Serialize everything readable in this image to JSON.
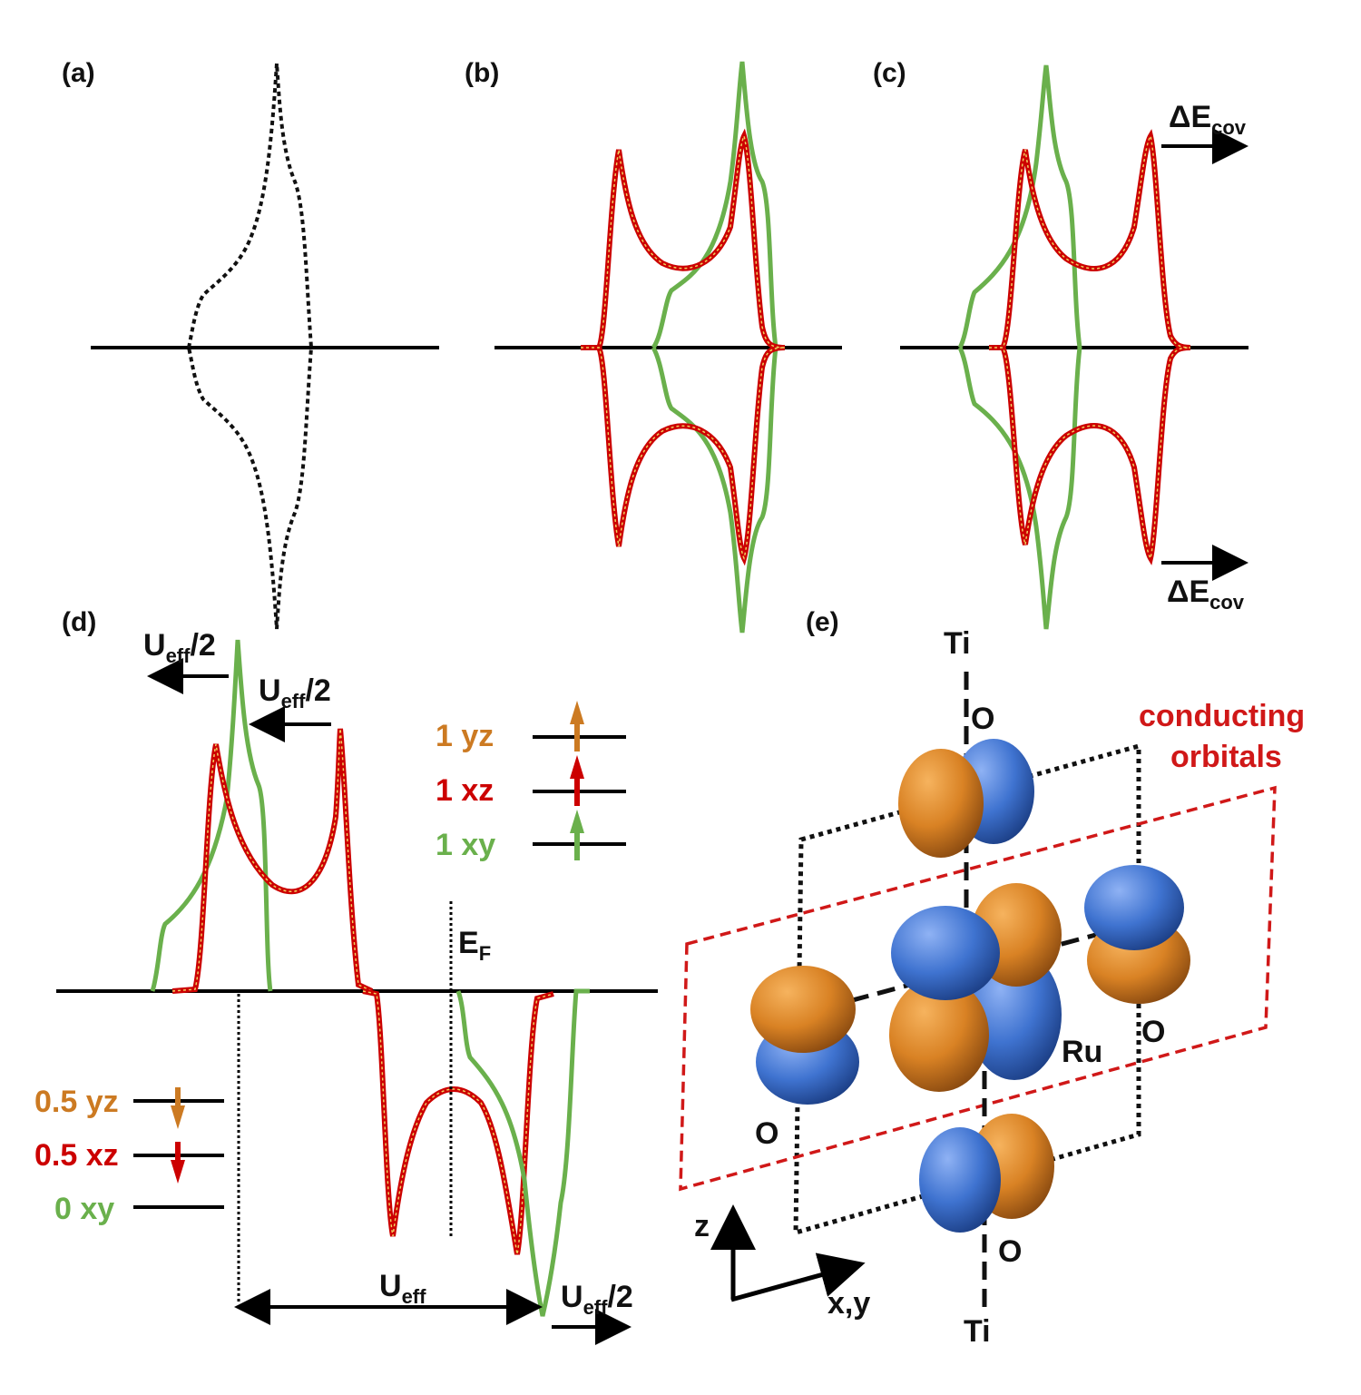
{
  "panels": {
    "a": "(a)",
    "b": "(b)",
    "c": "(c)",
    "d": "(d)",
    "e": "(e)"
  },
  "colors": {
    "axis": "#000000",
    "xy": "#6ab04c",
    "xz": "#cc0000",
    "xz_core": "#f0d060",
    "yz": "#cc7a22",
    "lobe_orange": "#d98224",
    "lobe_blue": "#3f73d0",
    "plane_red": "#d01818"
  },
  "labels_c": {
    "delta_top_main": "ΔE",
    "delta_top_sub": "cov",
    "delta_bottom_main": "ΔE",
    "delta_bottom_sub": "cov"
  },
  "labels_d": {
    "ueff_half_1_main": "U",
    "ueff_half_1_sub": "eff",
    "ueff_half_1_tail": "/2",
    "ueff_half_2_main": "U",
    "ueff_half_2_sub": "eff",
    "ueff_half_2_tail": "/2",
    "ueff_half_3_main": "U",
    "ueff_half_3_sub": "eff",
    "ueff_half_3_tail": "/2",
    "ueff_main": "U",
    "ueff_sub": "eff",
    "ef_main": "E",
    "ef_sub": "F",
    "occ_up": [
      "1 yz",
      "1 xz",
      "1 xy"
    ],
    "occ_down": [
      "0.5 yz",
      "0.5 xz",
      "0 xy"
    ]
  },
  "labels_e": {
    "ti_top": "Ti",
    "ti_bottom": "Ti",
    "o_top": "O",
    "o_left": "O",
    "o_right": "O",
    "o_bottom": "O",
    "ru": "Ru",
    "conducting_1": "conducting",
    "conducting_2": "orbitals",
    "axis_z": "z",
    "axis_xy": "x,y"
  }
}
